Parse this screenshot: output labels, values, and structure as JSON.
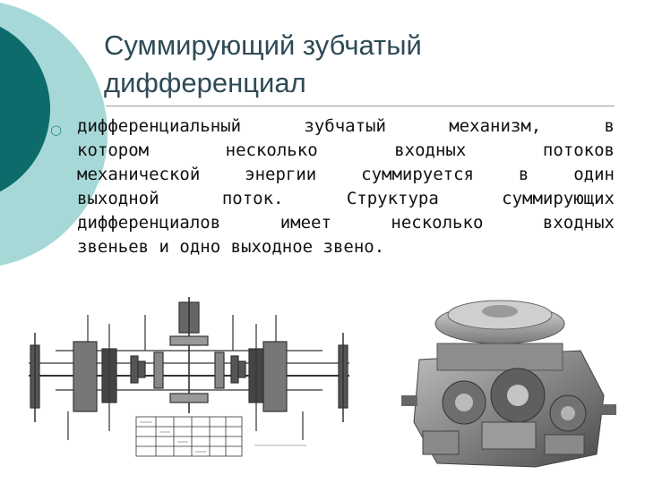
{
  "slide": {
    "title_line1": "Суммирующий зубчатый",
    "title_line2": "дифференциал",
    "body_lines": [
      "дифференциальный зубчатый механизм, в",
      "котором несколько входных потоков",
      "механической энергии суммируется в один",
      "выходной поток. Структура суммирующих",
      "дифференциалов имеет несколько входных",
      "звеньев и одно выходное звено."
    ],
    "bullet_icon": "hollow-circle-bullet-icon",
    "accent_colors": {
      "teal_dark": "#0d6b6b",
      "teal_light": "#9fd3d3",
      "title": "#2e4a56"
    }
  },
  "figures": {
    "left": {
      "icon": "gearbox-kinematic-diagram"
    },
    "right": {
      "icon": "differential-gearbox-photo"
    }
  }
}
